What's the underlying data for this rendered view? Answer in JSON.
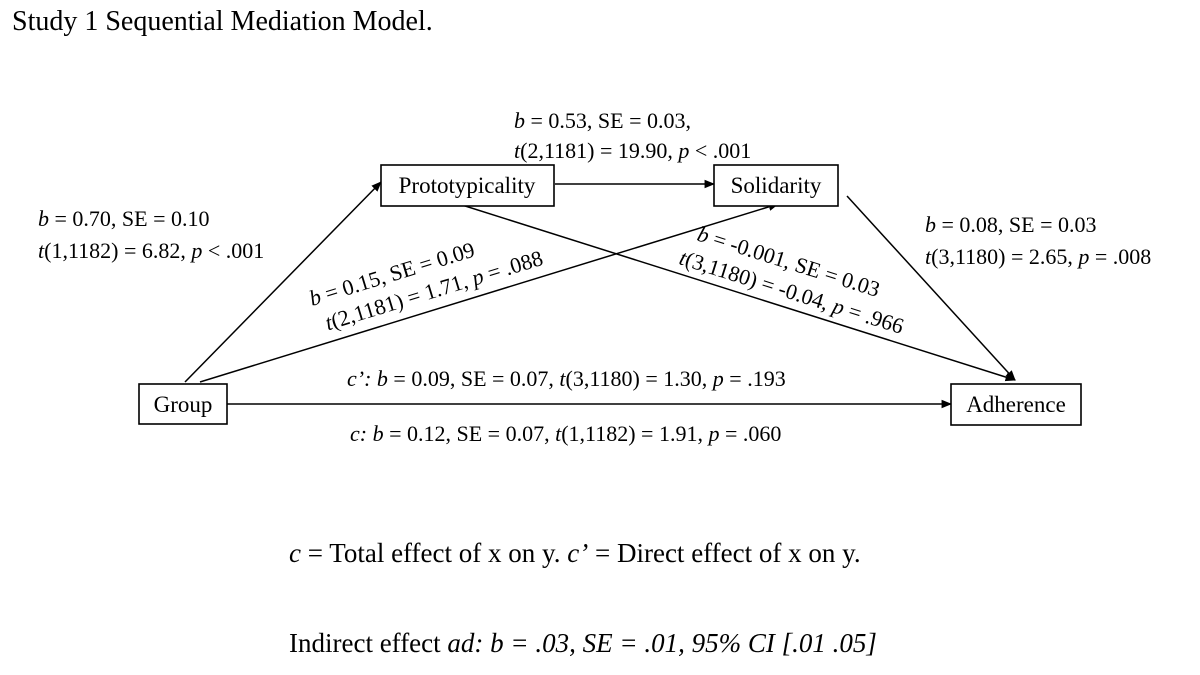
{
  "title": "Study 1 Sequential Mediation Model.",
  "nodes": {
    "group": "Group",
    "prototypicality": "Prototypicality",
    "solidarity": "Solidarity",
    "adherence": "Adherence"
  },
  "paths": {
    "group_to_prototypicality": {
      "b": "b",
      "line1": " = 0.70, SE = 0.10",
      "t": "t",
      "line2": "(1,1182) = 6.82, ",
      "p": "p",
      "line2_end": " < .001"
    },
    "prototypicality_to_solidarity": {
      "b": "b",
      "line1": " = 0.53, SE = 0.03,",
      "t": "t",
      "line2": "(2,1181) = 19.90, ",
      "p": "p",
      "line2_end": " < .001"
    },
    "solidarity_to_adherence": {
      "b": "b",
      "line1": " = 0.08, SE = 0.03",
      "t": "t",
      "line2": "(3,1180) = 2.65, ",
      "p": "p",
      "line2_end": " = .008"
    },
    "group_to_solidarity": {
      "b": "b",
      "line1": " = 0.15, SE = 0.09",
      "t": "t",
      "line2": "(2,1181) = 1.71, ",
      "p": "p",
      "line2_end": " = .088"
    },
    "prototypicality_to_adherence": {
      "b": "b",
      "line1": " = -0.001, SE = 0.03",
      "t": "t",
      "line2": "(3,1180) = -0.04, ",
      "p": "p",
      "line2_end": " = .966"
    },
    "direct": {
      "c": "c’:",
      "b": "b",
      "part1": " = 0.09, SE = 0.07, ",
      "t": "t",
      "part2": "(3,1180) = 1.30, ",
      "p": "p",
      "part3": " = .193"
    },
    "total": {
      "c": "c:",
      "b": "b",
      "part1": " = 0.12, SE = 0.07, ",
      "t": "t",
      "part2": "(1,1182) = 1.91, ",
      "p": "p",
      "part3": " = .060"
    }
  },
  "notes": {
    "c": "c",
    "total_def": " = Total effect of x on y. ",
    "c_prime": "c’",
    "direct_def": " = Direct effect of x on y.",
    "indirect_prefix": "Indirect effect ",
    "indirect_italic": "ad: b = .03, SE = .01, 95% CI [.01 .05]"
  }
}
